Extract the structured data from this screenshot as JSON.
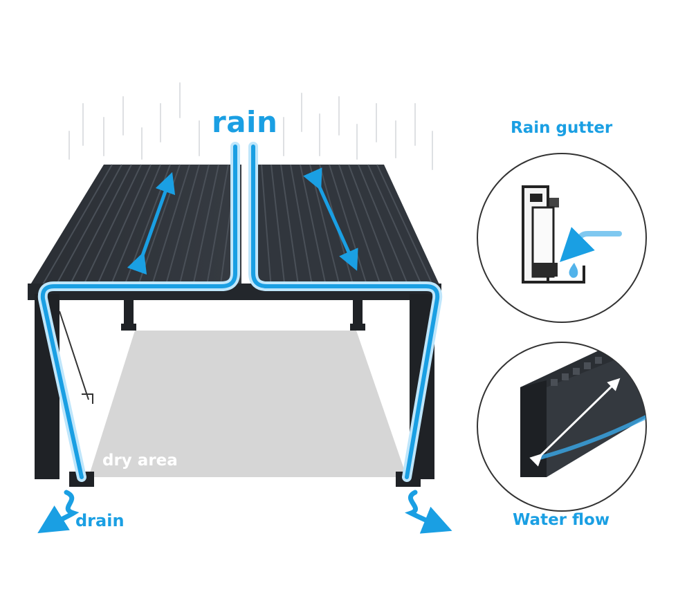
{
  "labels": {
    "rain": "rain",
    "rain_gutter": "Rain gutter",
    "water_flow": "Water flow",
    "drain": "drain",
    "dry_area": "dry area"
  },
  "colors": {
    "water_blue": "#1a9fe3",
    "water_glow": "#bfe6fb",
    "roof_dark": "#2c3036",
    "louver_line": "#4a5058",
    "frame_dark": "#1f2226",
    "dry_area_gray": "#d6d6d6",
    "callout_border": "#333333"
  },
  "icons": [
    "water-drop-icon",
    "flow-arrow-icon",
    "drain-arrow-icon"
  ]
}
